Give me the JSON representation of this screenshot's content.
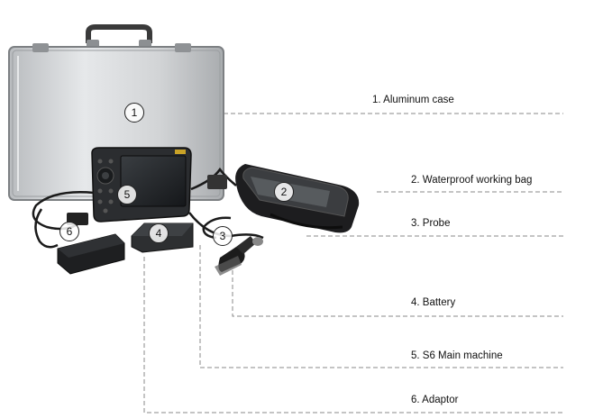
{
  "markers": [
    "1",
    "2",
    "3",
    "4",
    "5",
    "6"
  ],
  "labels": {
    "case": "1.   Aluminum case",
    "bag": "2. Waterproof working bag",
    "probe": "3. Probe",
    "battery": "4. Battery",
    "main": "5. S6 Main machine",
    "adaptor": "6. Adaptor"
  },
  "colors": {
    "leader_line": "#8a8a8a",
    "case_metal": "#d4d6d8",
    "device_body": "#2b2d30",
    "screen": "#1c1f22"
  }
}
